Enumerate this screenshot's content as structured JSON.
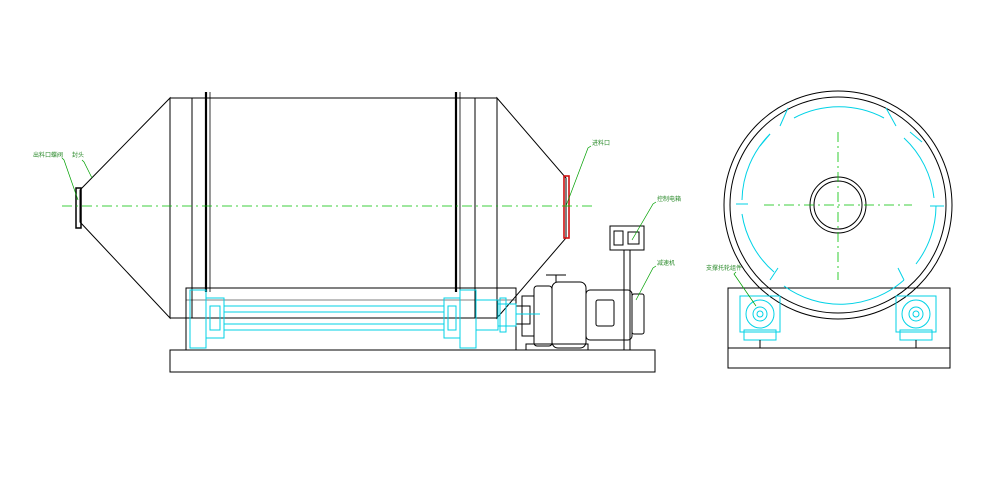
{
  "labels": {
    "outlet_valve": "出料口蝶阀",
    "cone_head": "封头",
    "feed_port": "进料口",
    "control_box": "控制电箱",
    "gear_reducer": "减速机",
    "support_roller": "支撑托轮组件"
  },
  "colors": {
    "outline": "#000000",
    "centerline": "#00c000",
    "drive_parts": "#00d2e6",
    "leader": "#00a000",
    "flange_highlight": "#d01010"
  }
}
